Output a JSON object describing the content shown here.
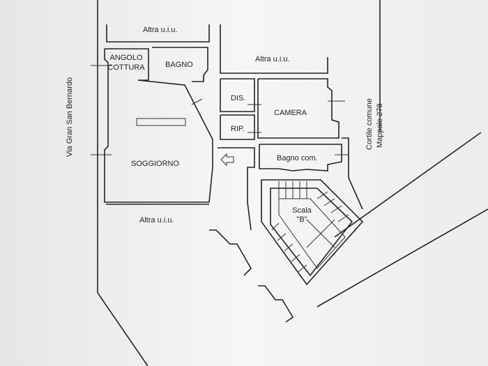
{
  "plan": {
    "street_label": "Via Gran San Bernardo",
    "courtyard_label_line1": "Cortile comune",
    "courtyard_label_line2": "Mappale 278",
    "rooms": {
      "other_unit_top_left": "Altra u.i.u.",
      "other_unit_top_right": "Altra u.i.u.",
      "other_unit_bottom": "Altra u.i.u.",
      "kitchen_line1": "ANGOLO",
      "kitchen_line2": "COTTURA",
      "bathroom": "BAGNO",
      "hallway": "DIS.",
      "storage": "RIP.",
      "bedroom": "CAMERA",
      "living_room": "SOGGIORNO",
      "shared_bathroom": "Bagno com.",
      "staircase_line1": "Scala",
      "staircase_line2": "\"B\""
    }
  }
}
